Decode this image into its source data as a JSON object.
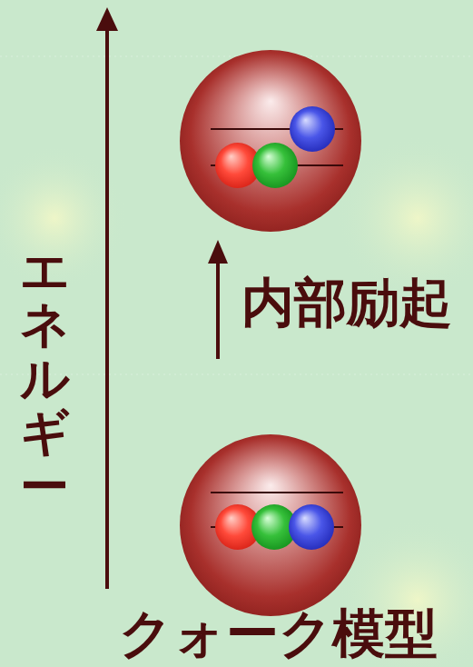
{
  "diagram": {
    "caption": "クォーク模型",
    "labels": [
      "エネルギー",
      "内部励起"
    ]
  }
}
